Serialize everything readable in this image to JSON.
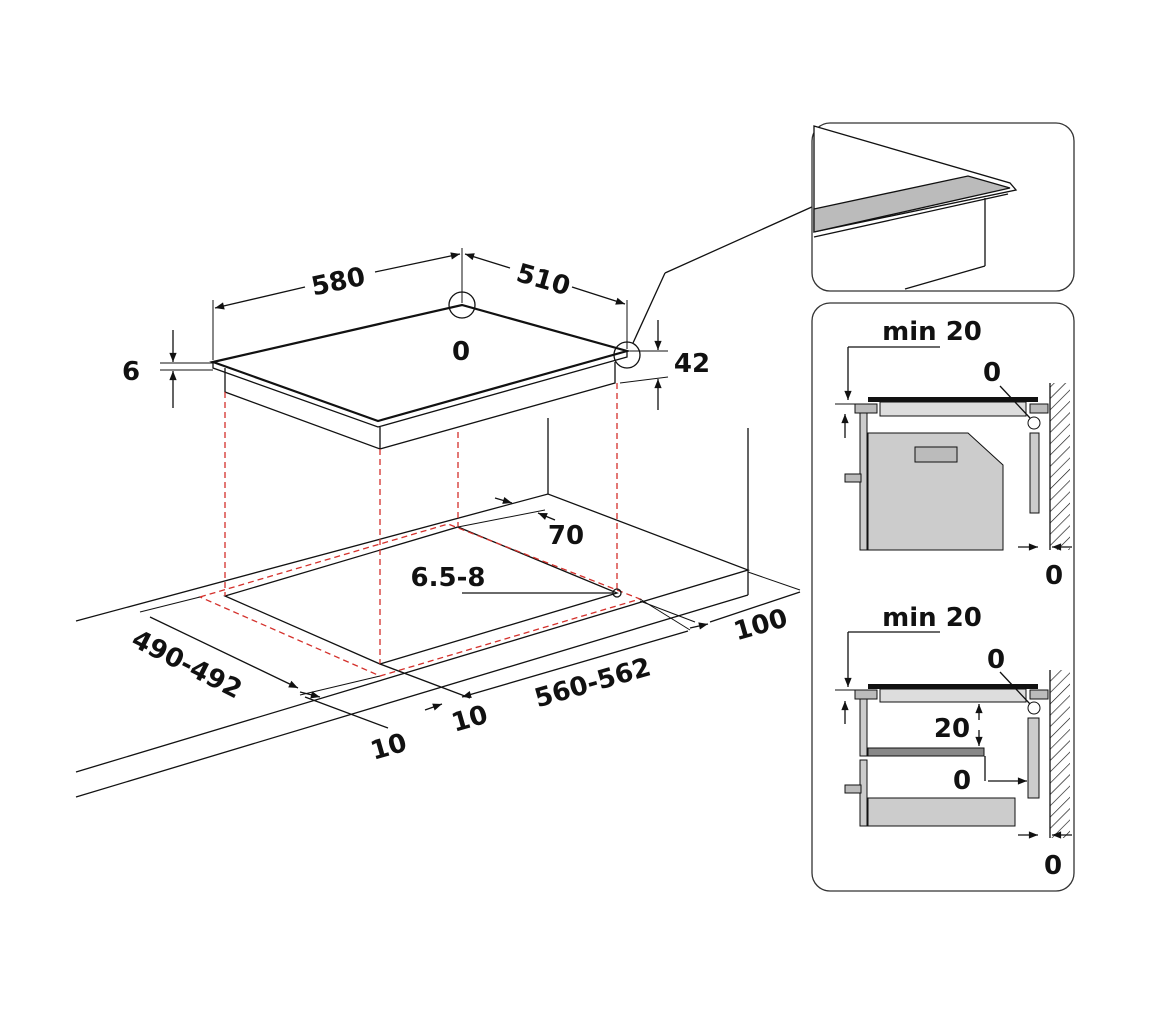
{
  "colors": {
    "line": "#111111",
    "cutout_guide": "#d4302b",
    "cabinet_fill": "#cccccc",
    "hob_top": "#111111",
    "panel_border": "#333333"
  },
  "main": {
    "width_label": "580",
    "depth_label": "510",
    "corner_gap_label": "0",
    "glass_thickness_label": "6",
    "hob_height_label": "42",
    "back_clearance_label": "70",
    "screw_label": "6.5-8",
    "wall_clearance_label": "100",
    "cutout_depth_label": "490-492",
    "cutout_width_label": "560-562",
    "front_edge_left_label": "10",
    "front_edge_right_label": "10"
  },
  "detail_top": {
    "caption": ""
  },
  "detail_bottom": {
    "upper": {
      "min_label": "min 20",
      "corner_label": "0",
      "wall_label": "0"
    },
    "lower": {
      "min_label": "min 20",
      "corner_label": "0",
      "gap_label": "20",
      "side_label": "0",
      "wall_label": "0"
    }
  }
}
